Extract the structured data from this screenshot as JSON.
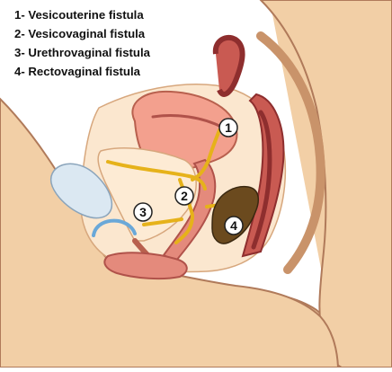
{
  "legend": [
    {
      "number": "1",
      "separator": "- ",
      "label": "Vesicouterine fistula"
    },
    {
      "number": "2",
      "separator": "- ",
      "label": "Vesicovaginal fistula"
    },
    {
      "number": "3",
      "separator": "- ",
      "label": "Urethrovaginal fistula"
    },
    {
      "number": "4",
      "separator": "- ",
      "label": "Rectovaginal fistula"
    }
  ],
  "markers": [
    {
      "number": "1"
    },
    {
      "number": "2"
    },
    {
      "number": "3"
    },
    {
      "number": "4"
    }
  ],
  "colors": {
    "skin": "#f2cfa6",
    "skin_outline": "#b07a5a",
    "abdominal_cavity": "#fbe7cf",
    "uterus": "#f3a08e",
    "uterine_cavity": "#b0524a",
    "vagina": "#e48a7c",
    "rectum": "#c95a52",
    "rectum_inner": "#8e2e2e",
    "bladder_space": "#fdebd4",
    "pubic_bone": "#dbe8f2",
    "fistula_tract": "#e6b21a",
    "fistula_stroke": "#9a6c00",
    "rectovaginal_fistula": "#6b4a1e",
    "urethra_blue": "#6aa8d8",
    "marker_fill": "#ffffff",
    "marker_stroke": "#222222"
  }
}
